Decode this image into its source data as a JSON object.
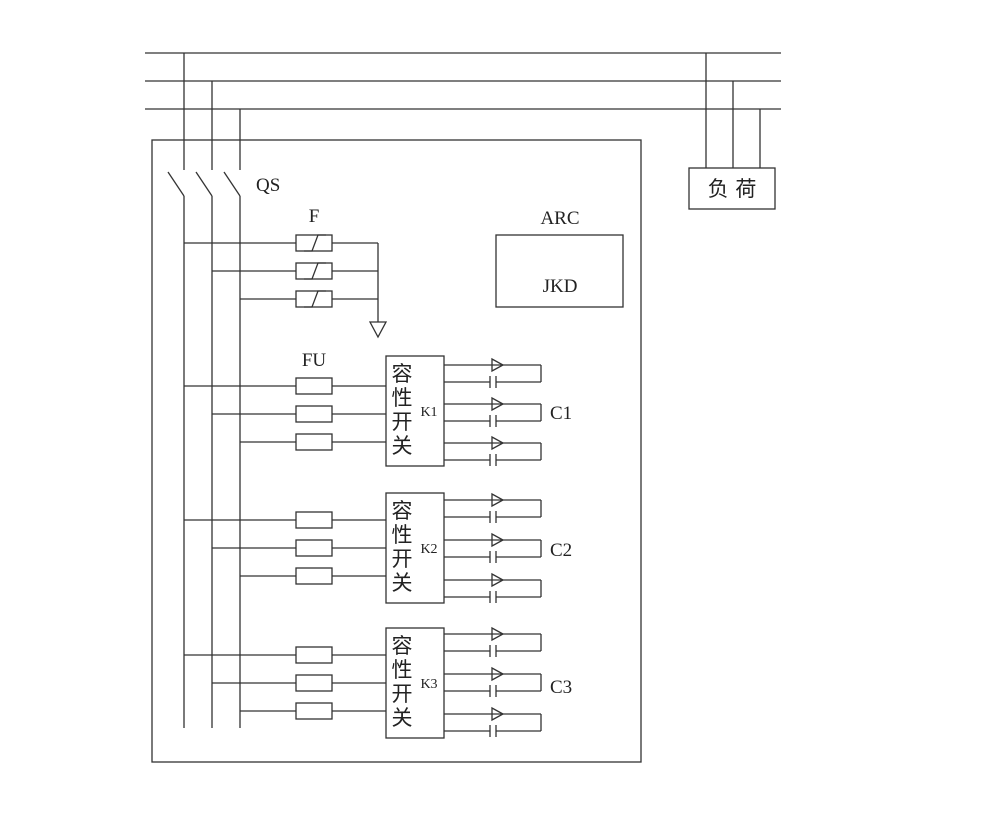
{
  "labels": {
    "switch": "QS",
    "surge_arrester": "F",
    "fuse": "FU",
    "arc": "ARC",
    "controller": "JKD",
    "load": "负 荷"
  },
  "modules": [
    {
      "switch_text": [
        "容",
        "性",
        "开",
        "关"
      ],
      "switch_id": "K1",
      "capacitor": "C1"
    },
    {
      "switch_text": [
        "容",
        "性",
        "开",
        "关"
      ],
      "switch_id": "K2",
      "capacitor": "C2"
    },
    {
      "switch_text": [
        "容",
        "性",
        "开",
        "关"
      ],
      "switch_id": "K3",
      "capacitor": "C3"
    }
  ]
}
